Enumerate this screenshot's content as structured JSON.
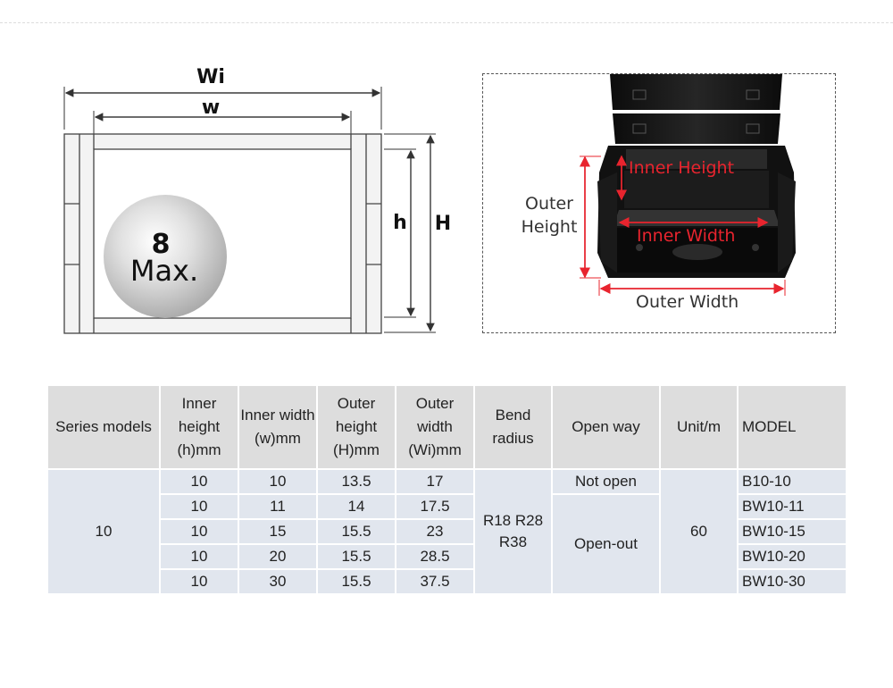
{
  "diagram": {
    "wi_label": "Wi",
    "w_label": "w",
    "h_label": "h",
    "H_label": "H",
    "ball_number": "8",
    "ball_text": "Max."
  },
  "photo": {
    "inner_height": "Inner Height",
    "inner_width": "Inner Width",
    "outer_height_line1": "Outer",
    "outer_height_line2": "Height",
    "outer_width": "Outer Width",
    "accent_color": "#e8242e"
  },
  "table": {
    "headers": {
      "series": "Series models",
      "inner_height": "Inner height (h)mm",
      "inner_width": "Inner width (w)mm",
      "outer_height": "Outer height (H)mm",
      "outer_width": "Outer width (Wi)mm",
      "bend_radius": "Bend radius",
      "open_way": "Open way",
      "unit": "Unit/m",
      "model": "MODEL"
    },
    "series_value": "10",
    "bend_radius_value": "R18 R28 R38",
    "unit_value": "60",
    "open_way_values": [
      "Not open",
      "Open-out"
    ],
    "rows": [
      {
        "inner_height": "10",
        "inner_width": "10",
        "outer_height": "13.5",
        "outer_width": "17",
        "model": "B10-10"
      },
      {
        "inner_height": "10",
        "inner_width": "11",
        "outer_height": "14",
        "outer_width": "17.5",
        "model": "BW10-11"
      },
      {
        "inner_height": "10",
        "inner_width": "15",
        "outer_height": "15.5",
        "outer_width": "23",
        "model": "BW10-15"
      },
      {
        "inner_height": "10",
        "inner_width": "20",
        "outer_height": "15.5",
        "outer_width": "28.5",
        "model": "BW10-20"
      },
      {
        "inner_height": "10",
        "inner_width": "30",
        "outer_height": "15.5",
        "outer_width": "37.5",
        "model": "BW10-30"
      }
    ]
  }
}
